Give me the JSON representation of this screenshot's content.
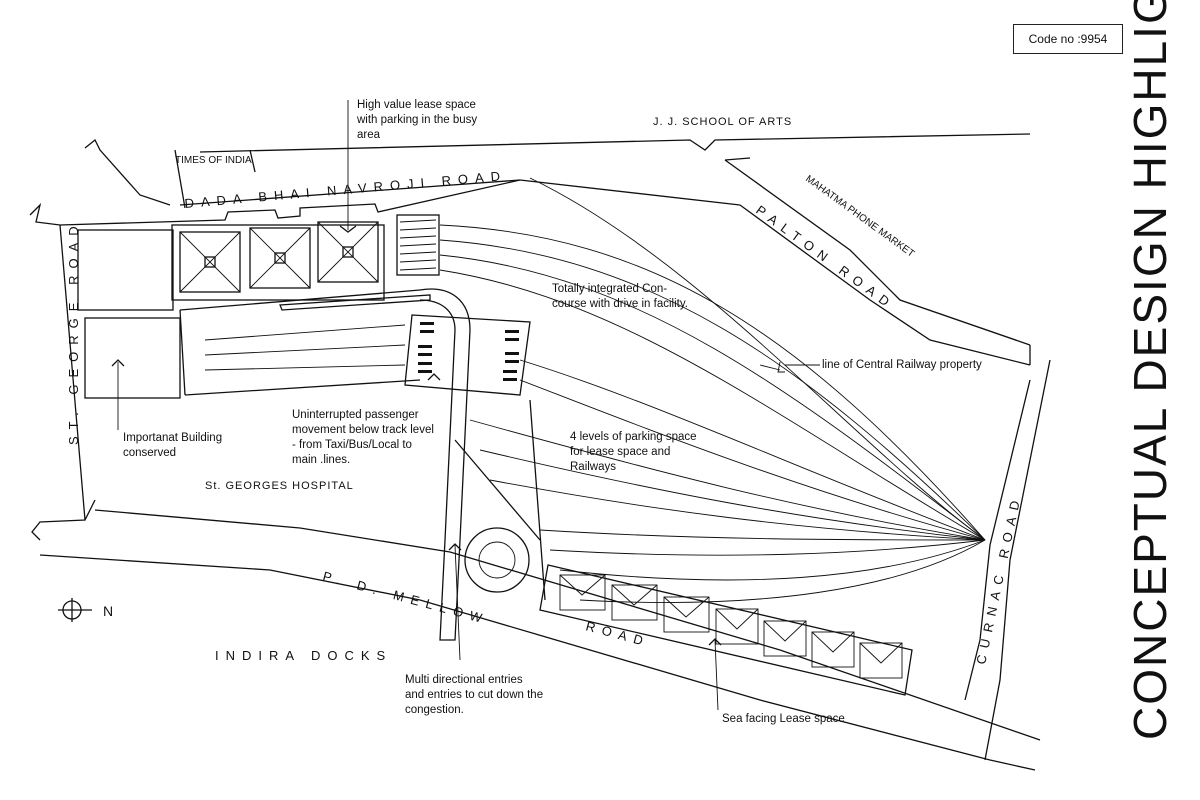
{
  "code_label": "Code no :9954",
  "side_title": "CONCEPTUAL DESIGN HIGHLIGHTS",
  "roads": {
    "dada_bhai": "DADA BHAI NAVROJI ROAD",
    "palton": "PALTON ROAD",
    "st_george": "ST. GEORGE ROAD",
    "pd_mellow": "P. D. MELLOW",
    "pd_road": "ROAD",
    "curnac": "CURNAC ROAD"
  },
  "places": {
    "jj_school": "J. J. SCHOOL OF ARTS",
    "times_of_india": "TIMES OF INDIA",
    "mahatma_phone": "MAHATMA PHONE MARKET",
    "st_georges_hospital": "St. GEORGES HOSPITAL",
    "indira_docks": "INDIRA DOCKS"
  },
  "north_label": "N",
  "annotations": {
    "high_value": [
      "High value lease space",
      "with parking in the busy",
      "area"
    ],
    "concourse": [
      "Totally integrated Con-",
      "course with drive in facility."
    ],
    "central_railway": "line of Central Railway property",
    "uninterrupted": [
      "Uninterrupted passenger",
      "movement below track level",
      "- from Taxi/Bus/Local to",
      "main .lines."
    ],
    "parking_levels": [
      "4 levels of parking space",
      "for lease space and",
      "Railways"
    ],
    "important_building": [
      "Importanat Building",
      "conserved"
    ],
    "multi_entries": [
      "Multi directional entries",
      "and entries to cut down the",
      "congestion."
    ],
    "sea_facing": "Sea facing Lease space"
  }
}
